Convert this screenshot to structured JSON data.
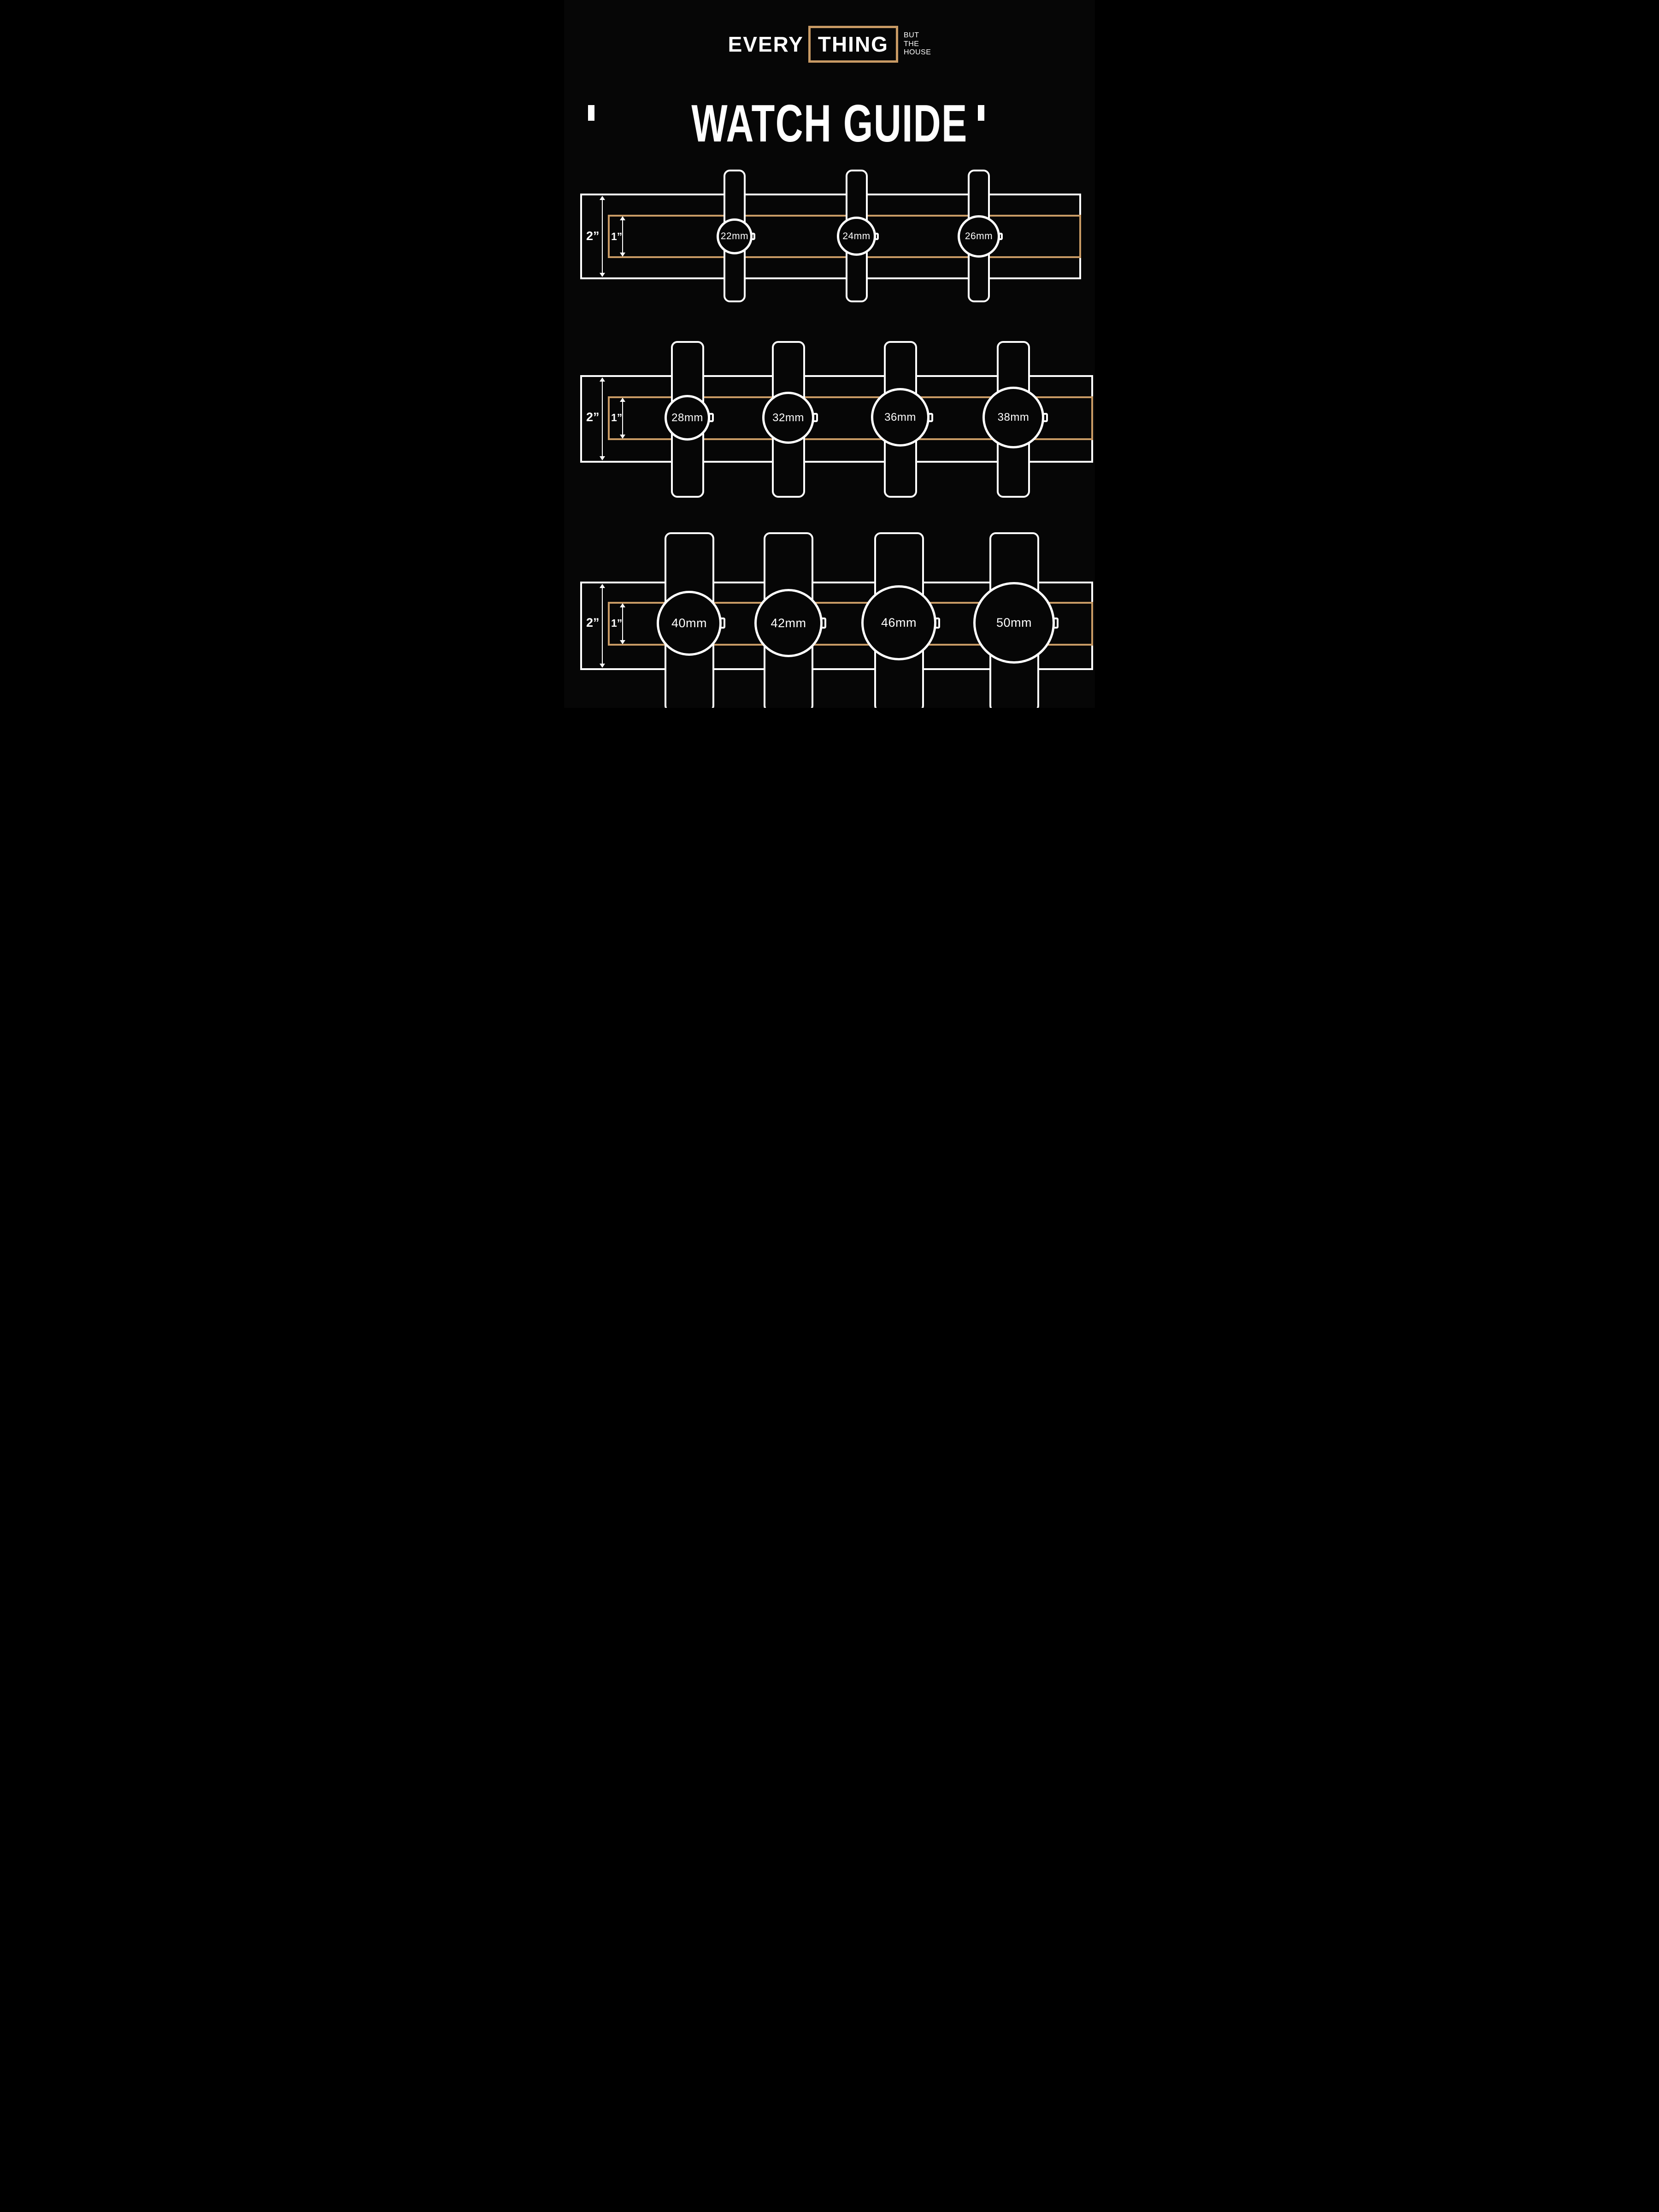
{
  "colors": {
    "background": "#060606",
    "gold": "#c89a64",
    "white": "#ffffff"
  },
  "logo": {
    "word_left": "EVERY",
    "word_boxed": "THING",
    "tagline_lines": [
      "BUT",
      "THE",
      "HOUSE"
    ]
  },
  "title": "WATCH GUIDE",
  "dimensions": {
    "outer_label": "2”",
    "inner_label": "1”"
  },
  "rows": [
    {
      "watches": [
        {
          "label": "22mm"
        },
        {
          "label": "24mm"
        },
        {
          "label": "26mm"
        }
      ]
    },
    {
      "watches": [
        {
          "label": "28mm"
        },
        {
          "label": "32mm"
        },
        {
          "label": "36mm"
        },
        {
          "label": "38mm"
        }
      ]
    },
    {
      "watches": [
        {
          "label": "40mm"
        },
        {
          "label": "42mm"
        },
        {
          "label": "46mm"
        },
        {
          "label": "50mm"
        }
      ]
    }
  ]
}
